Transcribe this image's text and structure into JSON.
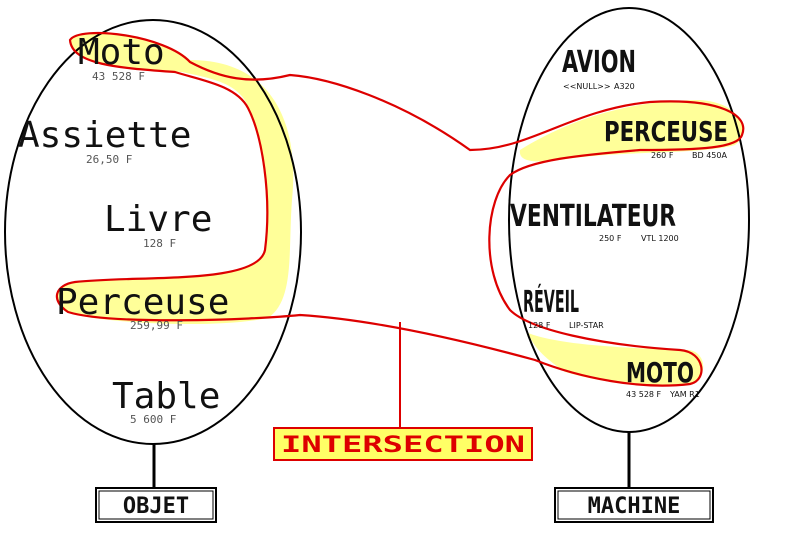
{
  "left_set": {
    "label": "OBJET",
    "items": [
      {
        "name": "Moto",
        "price": "43 528 F"
      },
      {
        "name": "Assiette",
        "price": "26,50 F"
      },
      {
        "name": "Livre",
        "price": "128 F"
      },
      {
        "name": "Perceuse",
        "price": "259,99 F"
      },
      {
        "name": "Table",
        "price": "5 600 F"
      }
    ]
  },
  "right_set": {
    "label": "MACHINE",
    "items": [
      {
        "name": "AVION",
        "price": "<<NULL>>",
        "ref": "A320"
      },
      {
        "name": "PERCEUSE",
        "price": "260 F",
        "ref": "BD 450A"
      },
      {
        "name": "VENTILATEUR",
        "price": "250 F",
        "ref": "VTL 1200"
      },
      {
        "name": "RÉVEIL",
        "price": "128 F",
        "ref": "LIP-STAR"
      },
      {
        "name": "MOTO",
        "price": "43 528 F",
        "ref": "YAM R1"
      }
    ]
  },
  "intersection": {
    "label": "INTERSECTION"
  },
  "colors": {
    "highlight_fill": "#ffff99",
    "highlight_stroke": "#dd0000",
    "outline": "#000000",
    "intersection_box": "#ffff66"
  }
}
